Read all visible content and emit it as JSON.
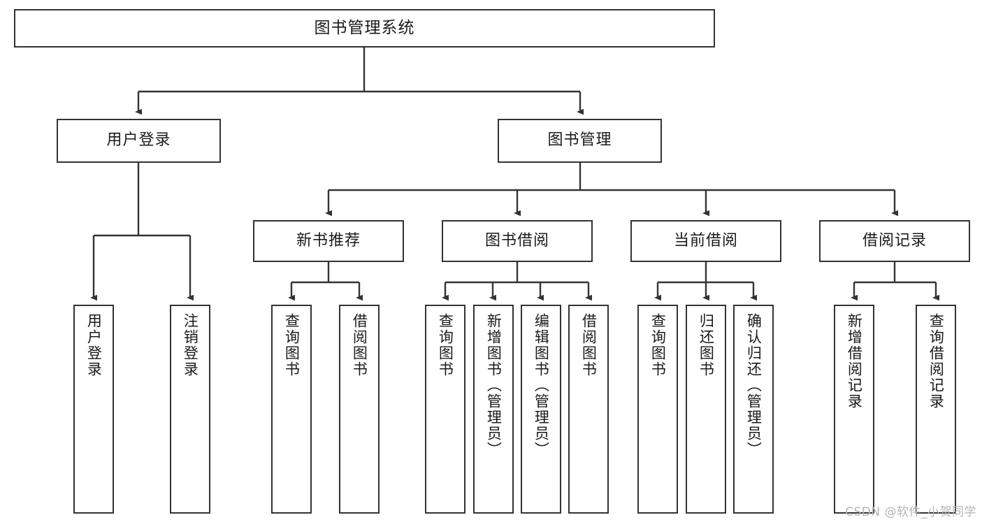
{
  "diagram": {
    "title": "图书管理系统",
    "watermark": "CSDN @软件_小贺同学",
    "type": "tree-hierarchy-diagram",
    "levels": 4,
    "colors": {
      "box_border": "#333333",
      "box_fill": "#ffffff",
      "connector": "#333333",
      "text": "#1a1a1a",
      "watermark": "#b4b4b4",
      "background": "#ffffff"
    },
    "root": {
      "label": "图书管理系统"
    },
    "level2": [
      {
        "label": "用户登录"
      },
      {
        "label": "图书管理"
      }
    ],
    "level3": [
      {
        "label": "新书推荐"
      },
      {
        "label": "图书借阅"
      },
      {
        "label": "当前借阅"
      },
      {
        "label": "借阅记录"
      }
    ],
    "leaves": {
      "user_login": [
        {
          "label": "用户登录"
        },
        {
          "label": "注销登录"
        }
      ],
      "new_book_recommend": [
        {
          "label": "查询图书"
        },
        {
          "label": "借阅图书"
        }
      ],
      "book_borrow": [
        {
          "label": "查询图书"
        },
        {
          "label": "新增图书（管理员）"
        },
        {
          "label": "编辑图书（管理员）"
        },
        {
          "label": "借阅图书"
        }
      ],
      "current_borrow": [
        {
          "label": "查询图书"
        },
        {
          "label": "归还图书"
        },
        {
          "label": "确认归还（管理员）"
        }
      ],
      "borrow_record": [
        {
          "label": "新增借阅记录"
        },
        {
          "label": "查询借阅记录"
        }
      ]
    }
  }
}
